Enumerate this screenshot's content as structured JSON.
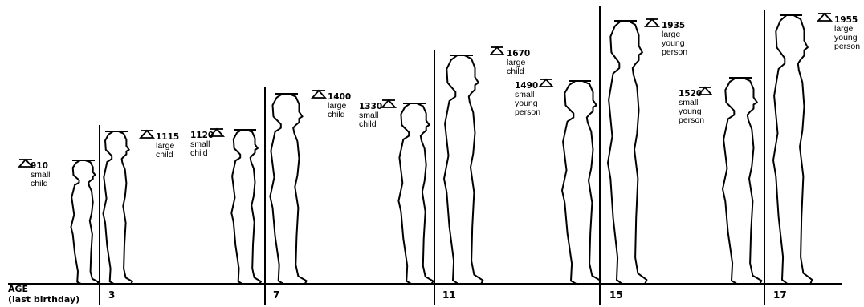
{
  "axis": {
    "title_line1": "AGE",
    "title_line2": "(last birthday)",
    "ages": [
      "3",
      "7",
      "11",
      "15",
      "17"
    ]
  },
  "figures": [
    {
      "key": "a3_small",
      "height": "910",
      "lines": [
        "small",
        "child"
      ]
    },
    {
      "key": "a3_large",
      "height": "1115",
      "lines": [
        "large",
        "child"
      ]
    },
    {
      "key": "a7_small",
      "height": "1120",
      "lines": [
        "small",
        "child"
      ]
    },
    {
      "key": "a7_large",
      "height": "1400",
      "lines": [
        "large",
        "child"
      ]
    },
    {
      "key": "a11_small",
      "height": "1330",
      "lines": [
        "small",
        "child"
      ]
    },
    {
      "key": "a11_large",
      "height": "1670",
      "lines": [
        "large",
        "child"
      ]
    },
    {
      "key": "a15_small",
      "height": "1490",
      "lines": [
        "small",
        "young",
        "person"
      ]
    },
    {
      "key": "a15_large",
      "height": "1935",
      "lines": [
        "large",
        "young",
        "person"
      ]
    },
    {
      "key": "a17_small",
      "height": "1520",
      "lines": [
        "small",
        "young",
        "person"
      ]
    },
    {
      "key": "a17_large",
      "height": "1955",
      "lines": [
        "large",
        "young",
        "person"
      ]
    }
  ]
}
